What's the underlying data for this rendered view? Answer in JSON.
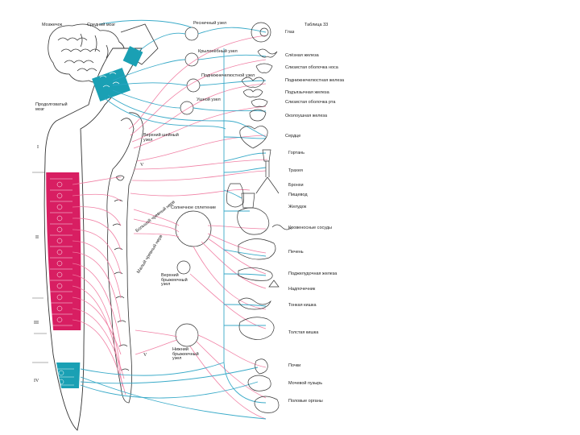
{
  "figure_label": "Таблица 33",
  "colors": {
    "sympathetic": "#f07aa0",
    "parasympathetic": "#2fa6c6",
    "segment_pink": "#d81e62",
    "segment_teal": "#1aa0b4",
    "outline": "#333333"
  },
  "left_labels": {
    "midbrain": "Мозжечок",
    "medulla": "Средний мозг",
    "oblongata": "Продолговатый мозг",
    "upper_sympathetic_node": "Верхний шейный узел",
    "celiac_plexus": "Солнечное сплетение",
    "upper_mesenteric": "Верхний брыжеечный узел",
    "lower_mesenteric": "Нижний брыжеечный узел",
    "greater_splanchnic": "Большой чревный нерв",
    "lesser_splanchnic": "Малый чревный нерв",
    "v_top": "V",
    "v_bottom": "V"
  },
  "roman_numerals": [
    "I",
    "II",
    "III",
    "IV"
  ],
  "top_nodes": {
    "ciliary": "Ресничный узел",
    "pterygopalatine": "Крылонёбный узел",
    "submandibular": "Поднижнечелюстной узел",
    "otic": "Ушной узел"
  },
  "organs": [
    "Глаз",
    "Слёзная железа",
    "Слизистая оболочка носа",
    "Поднижнечелюстная железа",
    "Подъязычная железа",
    "Слизистая оболочка рта",
    "Околоушная железа",
    "Сердце",
    "Гортань",
    "Трахея",
    "Бронхи",
    "Пищевод",
    "Желудок",
    "Кровеносные сосуды",
    "Печень",
    "Поджелудочная железа",
    "Надпочечник",
    "Тонкая кишка",
    "Толстая кишка",
    "Почки",
    "Мочевой пузырь",
    "Половые органы"
  ]
}
